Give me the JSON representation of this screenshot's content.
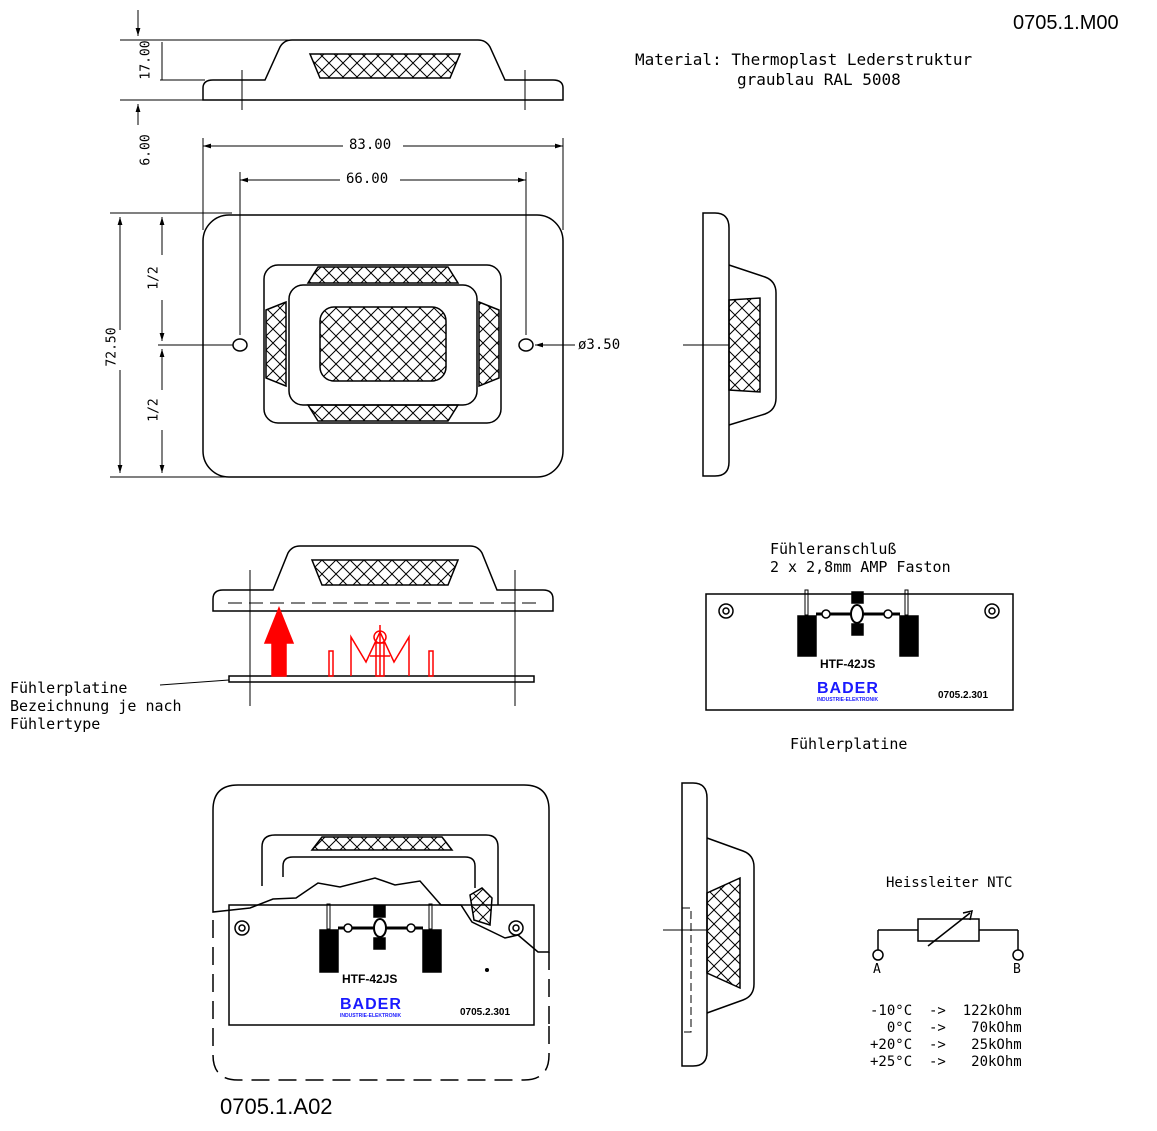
{
  "drawing_number": "0705.1.M00",
  "assembly_number": "0705.1.A02",
  "material": {
    "line1": "Material: Thermoplast Lederstruktur",
    "line2": "graublau RAL 5008"
  },
  "dimensions": {
    "height": "17.00",
    "base": "6.00",
    "width_outer": "83.00",
    "width_holes": "66.00",
    "length": "72.50",
    "half_top": "1/2",
    "half_bottom": "1/2",
    "hole_diameter": "ø3.50"
  },
  "connector": {
    "title": "Fühleranschluß",
    "spec": "2 x 2,8mm AMP Faston"
  },
  "pcb": {
    "caption": "Fühlerplatine",
    "type": "HTF-42JS",
    "brand": "BADER",
    "brand_sub": "INDUSTRIE-ELEKTRONIK",
    "part": "0705.2.301"
  },
  "callout": {
    "line1": "Fühlerplatine",
    "line2": "Bezeichnung je nach",
    "line3": "Fühlertype"
  },
  "schematic": {
    "title": "Heissleiter NTC",
    "terminal_a": "A",
    "terminal_b": "B",
    "rows": [
      "-10°C  ->  122kOhm",
      "  0°C  ->   70kOhm",
      "+20°C  ->   25kOhm",
      "+25°C  ->   20kOhm"
    ]
  },
  "colors": {
    "line": "#000000",
    "red": "#ff0000",
    "brand_blue": "#1a1aff"
  }
}
